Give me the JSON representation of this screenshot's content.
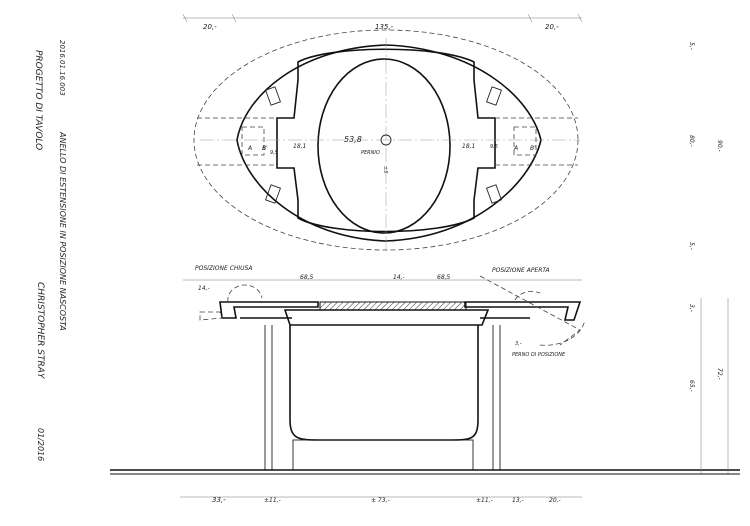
{
  "title_block": {
    "project": "PROGETTO DI TAVOLO",
    "code": "2016.01.16.003",
    "description": "ANELLO DI ESTENSIONE IN POSIZIONE NASCOSTA",
    "author": "CHRISTOPHER STRAY",
    "date": "01/2016"
  },
  "plan_view": {
    "top_dims": [
      "20,-",
      "135,-",
      "20,-"
    ],
    "center_dim": "53,8",
    "pivot_label": "PERNIO",
    "left_width": "18,1",
    "right_width": "18,1",
    "left_small": "9,5",
    "right_small": "9,5",
    "left_a": "A",
    "left_b": "B'",
    "right_a": "A",
    "right_b": "B'",
    "center_mark": "±5"
  },
  "section_view": {
    "closed_label": "POSIZIONE CHIUSA",
    "open_label": "POSIZIONE APERTA",
    "dims": [
      "14,-",
      "68,5",
      "14,-",
      "68,5"
    ],
    "pin_dim": "3,-",
    "pin_label": "PERNO DI POSIZIONE",
    "bottom_dims": [
      "33,-",
      "±11,-",
      "± 73,-",
      "±11,-",
      "13,-",
      "20,-"
    ]
  },
  "right_dims": [
    "5,-",
    "80,-",
    "90,-",
    "5,-",
    "3,-",
    "65,-",
    "72,-"
  ]
}
